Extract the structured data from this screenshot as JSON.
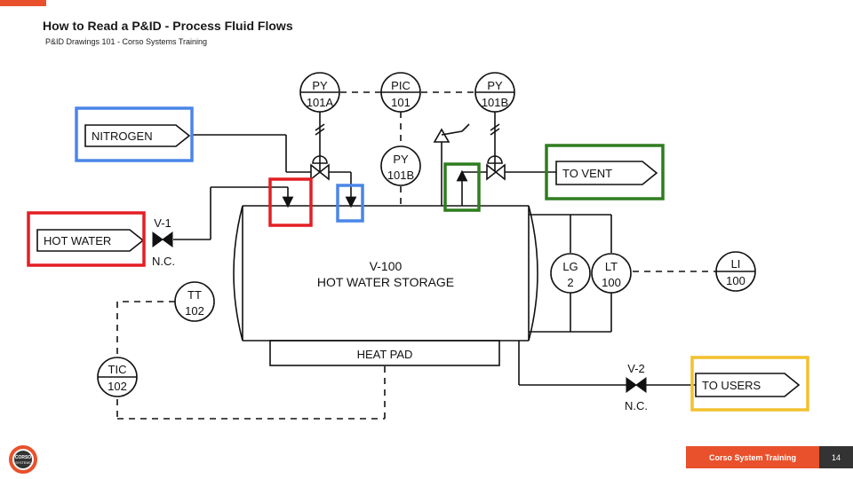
{
  "header": {
    "title": "How to Read a P&ID - Process Fluid Flows",
    "subtitle": "P&ID Drawings 101 - Corso Systems Training"
  },
  "diagram": {
    "instruments": {
      "py101a": {
        "tag": "PY",
        "num": "101A"
      },
      "pic101": {
        "tag": "PIC",
        "num": "101"
      },
      "py101b_top": {
        "tag": "PY",
        "num": "101B"
      },
      "py101b": {
        "tag": "PY",
        "num": "101B"
      },
      "tt102": {
        "tag": "TT",
        "num": "102"
      },
      "tic102": {
        "tag": "TIC",
        "num": "102"
      },
      "lg2": {
        "tag": "LG",
        "num": "2"
      },
      "lt100": {
        "tag": "LT",
        "num": "100"
      },
      "li100": {
        "tag": "LI",
        "num": "100"
      }
    },
    "offpage": {
      "nitrogen": "NITROGEN",
      "hot_water": "HOT WATER",
      "to_vent": "TO VENT",
      "to_users": "TO USERS"
    },
    "valves": {
      "v1_tag": "V-1",
      "v1_state": "N.C.",
      "v2_tag": "V-2",
      "v2_state": "N.C."
    },
    "vessel": {
      "tag": "V-100",
      "name": "HOT WATER STORAGE",
      "heat_pad": "HEAT PAD"
    }
  },
  "highlight_colors": {
    "hot_water": "#e31e24",
    "nitrogen": "#4a86e8",
    "vent": "#2e7d1f",
    "users": "#f2c12e"
  },
  "footer": {
    "logo_line1": "CORSO",
    "logo_line2": "SYSTEMS",
    "label": "Corso System Training",
    "page": "14"
  },
  "colors": {
    "accent": "#e8512b",
    "dark": "#333333"
  }
}
